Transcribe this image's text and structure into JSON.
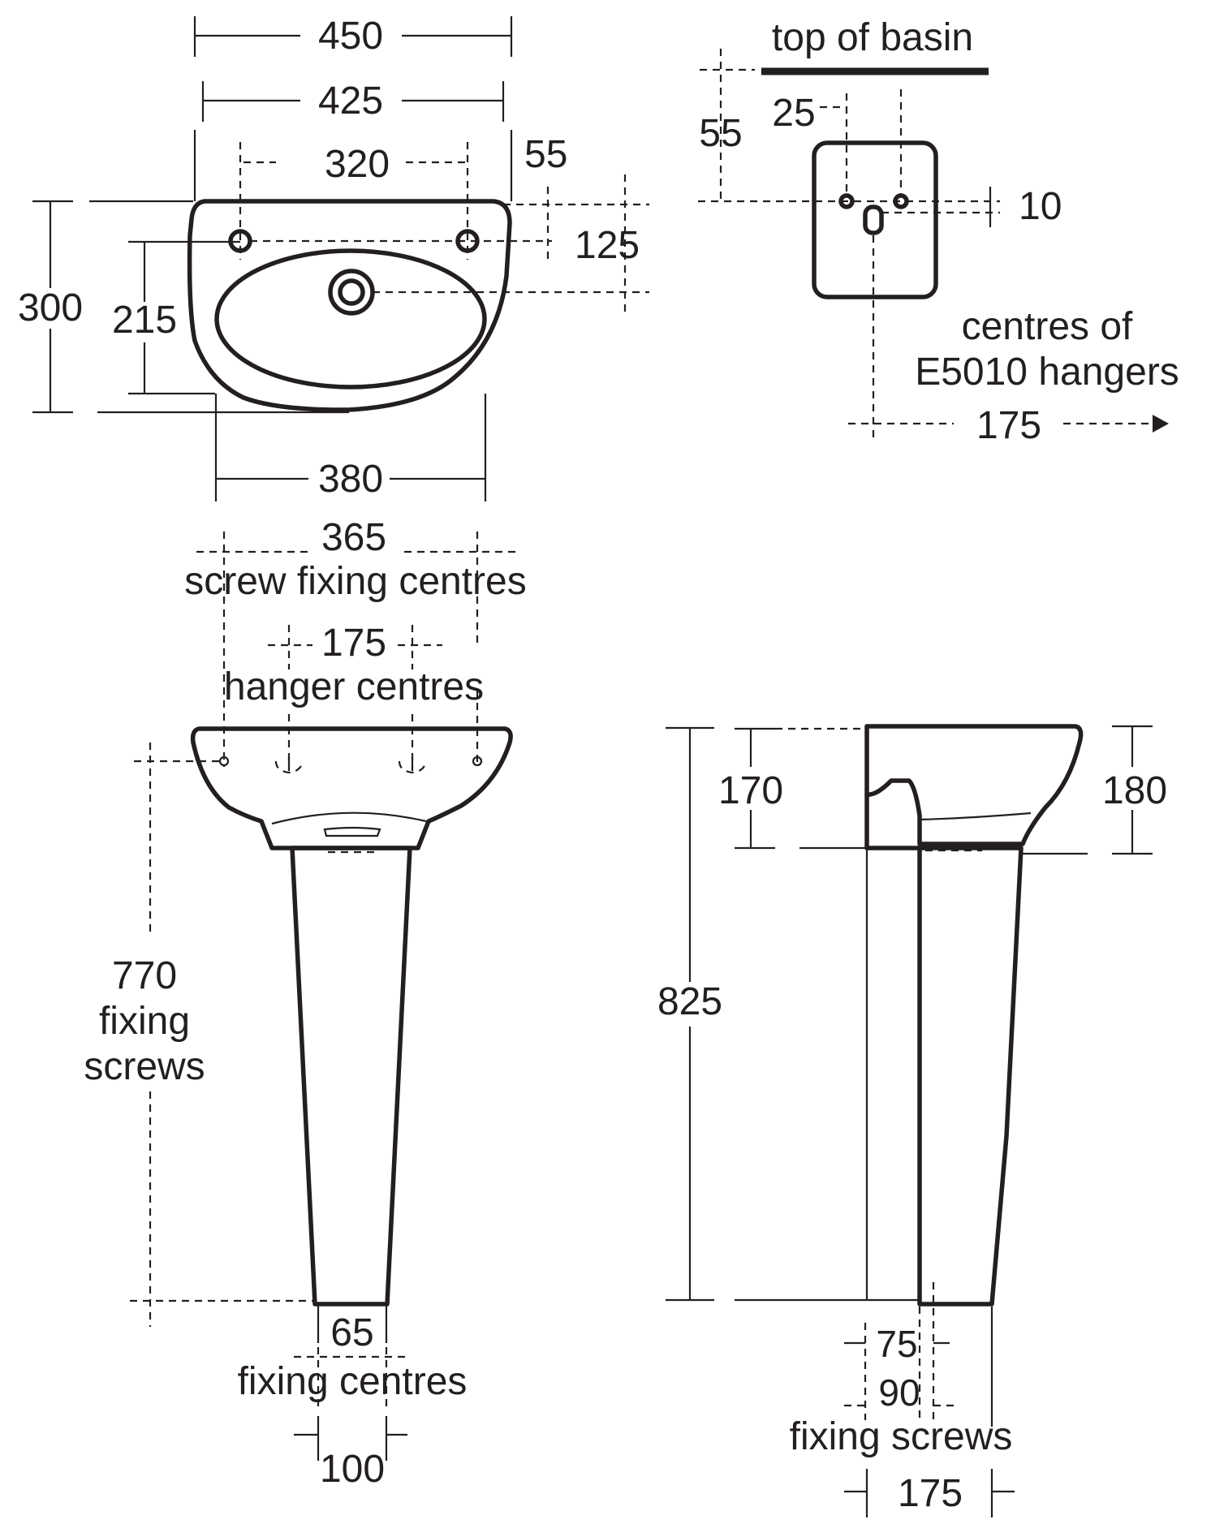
{
  "top_view": {
    "overall_width": "450",
    "inner_width": "425",
    "tap_hole_centres": "320",
    "edge_offset": "55",
    "waste_offset": "125",
    "overall_depth": "300",
    "bowl_depth": "215",
    "bowl_width": "380"
  },
  "hanger_detail": {
    "top_label": "top of basin",
    "drop": "55",
    "spacing": "25",
    "offset": "10",
    "note_line1": "centres  of",
    "note_line2": "E5010  hangers",
    "width": "175"
  },
  "front_view": {
    "screw_centres_value": "365",
    "screw_centres_label": "screw fixing centres",
    "hanger_centres_value": "175",
    "hanger_centres_label": "hanger centres",
    "fixing_height_value": "770",
    "fixing_height_label1": "fixing",
    "fixing_height_label2": "screws",
    "foot_fixing_value": "65",
    "foot_fixing_label": "fixing  centres",
    "foot_width": "100"
  },
  "side_view": {
    "basin_height_rear": "170",
    "basin_height_front": "180",
    "total_height": "825",
    "screw_offset_a": "75",
    "screw_offset_b": "90",
    "screws_label": "fixing screws",
    "foot_depth": "175"
  },
  "colors": {
    "ink": "#231f20",
    "background": "#ffffff"
  }
}
